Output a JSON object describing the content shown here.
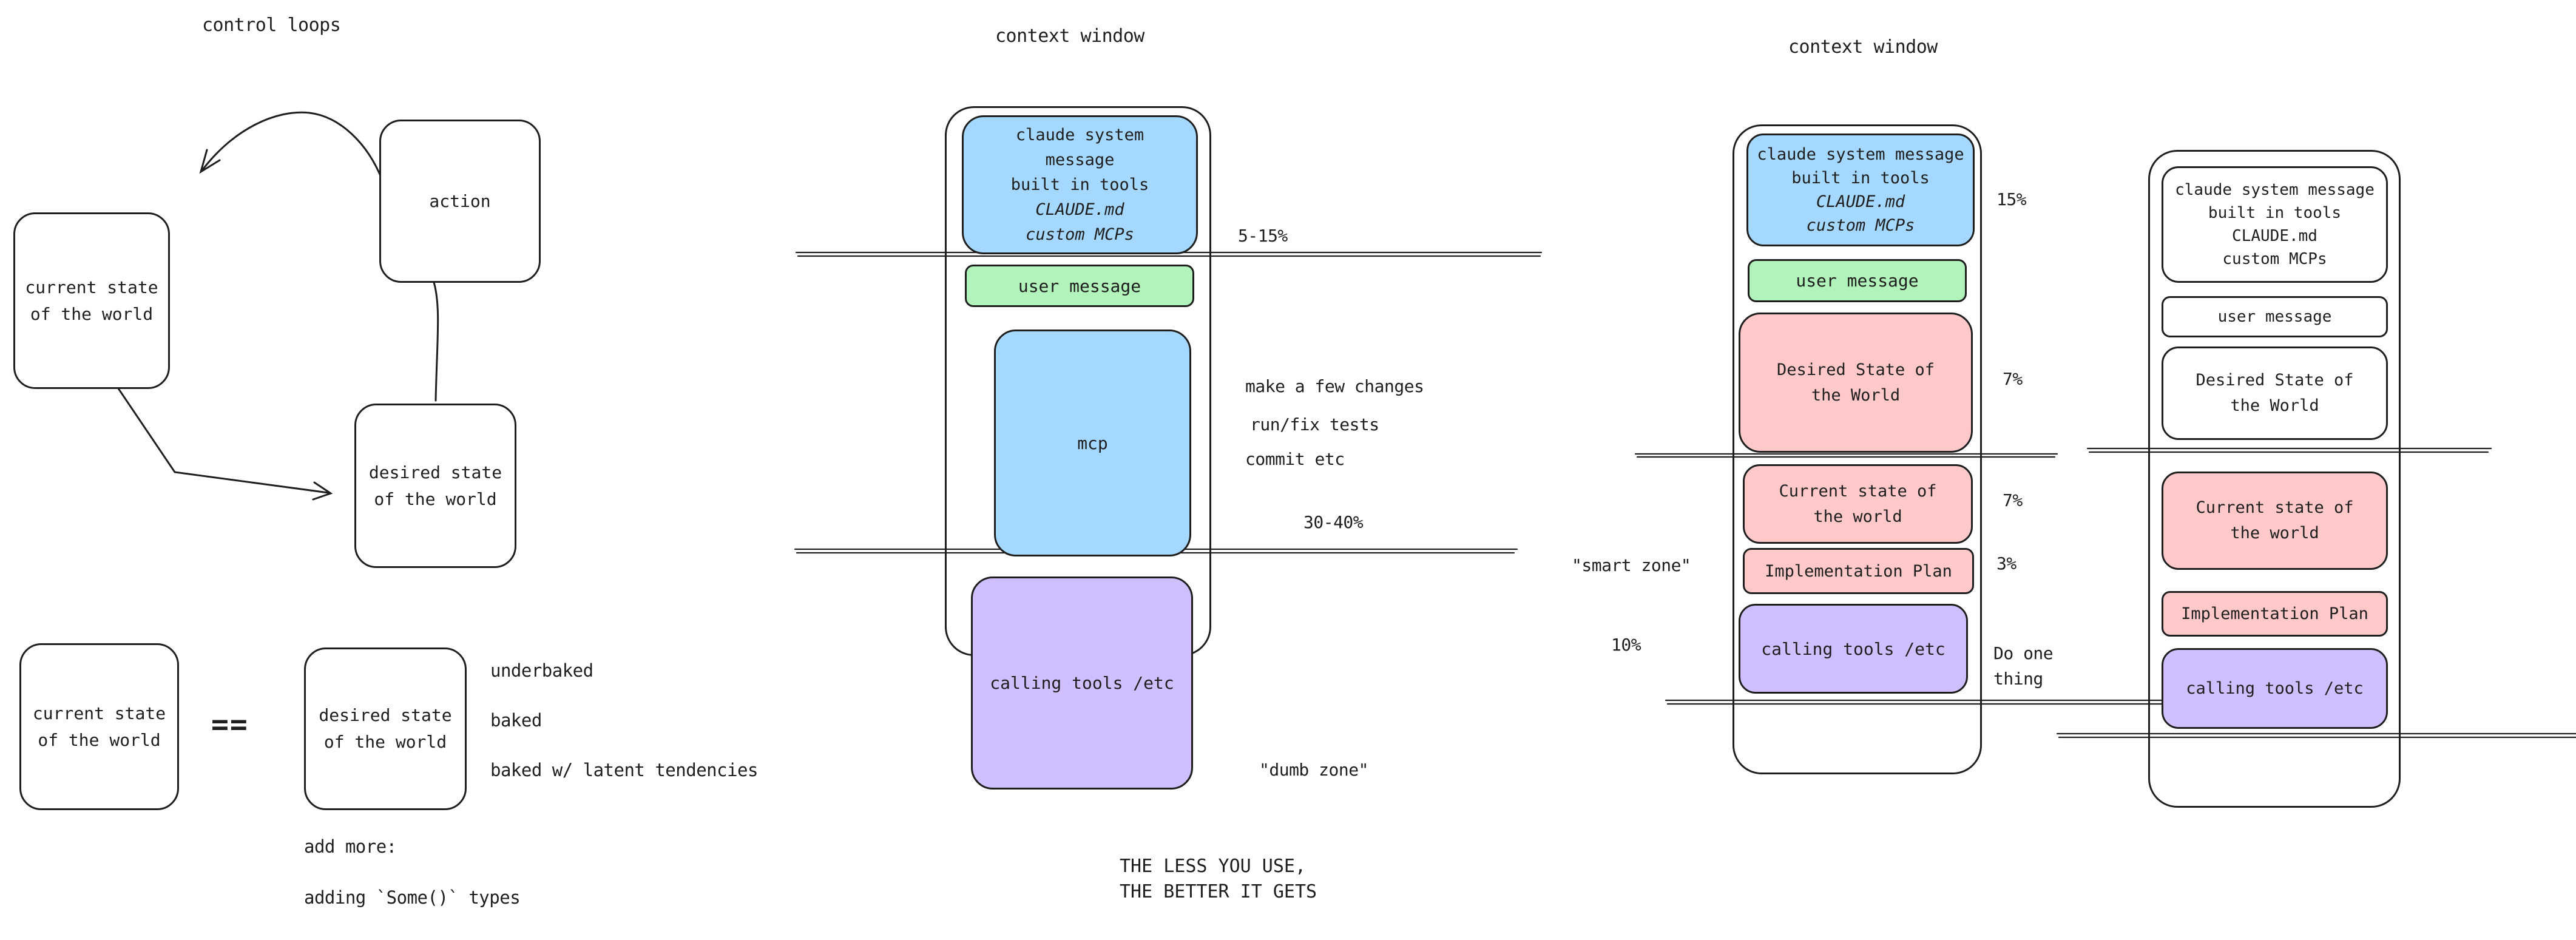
{
  "colors": {
    "ink": "#1e1e1e",
    "blue": "#a5d8ff",
    "green": "#b2f2bb",
    "pink": "#ffc9c9",
    "purple": "#d0bfff"
  },
  "left": {
    "title": "control loops",
    "current_state": {
      "l1": "current state",
      "l2": "of the world"
    },
    "action": "action",
    "desired_state": {
      "l1": "desired state",
      "l2": "of the world"
    },
    "equation": {
      "lhs": {
        "l1": "current state",
        "l2": "of the world"
      },
      "op": "==",
      "rhs": {
        "l1": "desired state",
        "l2": "of the world"
      },
      "notes": [
        "underbaked",
        "baked",
        "baked w/ latent tendencies"
      ],
      "add_more": "add more:",
      "add_types": "adding `Some()` types"
    }
  },
  "middle": {
    "title": "context window",
    "system": {
      "l1": "claude system",
      "l2": "message",
      "l3": "built in tools",
      "l4": "CLAUDE.md",
      "l5": "custom MCPs"
    },
    "pct_top": "5-15%",
    "user_message": "user message",
    "mcp": "mcp",
    "notes": [
      "make a few changes",
      "run/fix tests",
      "commit etc"
    ],
    "pct_bottom": "30-40%",
    "calling_tools": "calling tools /etc",
    "dumb_zone": "\"dumb zone\"",
    "caption": {
      "l1": "THE LESS YOU USE,",
      "l2": "THE BETTER IT GETS"
    }
  },
  "right1": {
    "title": "context window",
    "system": {
      "l1": "claude system message",
      "l2": "built in tools",
      "l3": "CLAUDE.md",
      "l4": "custom MCPs"
    },
    "pct_system": "15%",
    "user_message": "user message",
    "desired": {
      "l1": "Desired State of",
      "l2": "the World"
    },
    "pct_desired": "7%",
    "current": {
      "l1": "Current state of",
      "l2": "the world"
    },
    "pct_current": "7%",
    "smart_zone": "\"smart zone\"",
    "impl_plan": "Implementation Plan",
    "pct_impl": "3%",
    "pct_tools": "10%",
    "calling_tools": "calling tools /etc",
    "do_one": {
      "l1": "Do one",
      "l2": "thing"
    }
  },
  "right2": {
    "system": {
      "l1": "claude system message",
      "l2": "built in tools",
      "l3": "CLAUDE.md",
      "l4": "custom MCPs"
    },
    "user_message": "user message",
    "desired": {
      "l1": "Desired State of",
      "l2": "the World"
    },
    "current": {
      "l1": "Current state of",
      "l2": "the world"
    },
    "impl_plan": "Implementation Plan",
    "calling_tools": "calling tools /etc"
  }
}
